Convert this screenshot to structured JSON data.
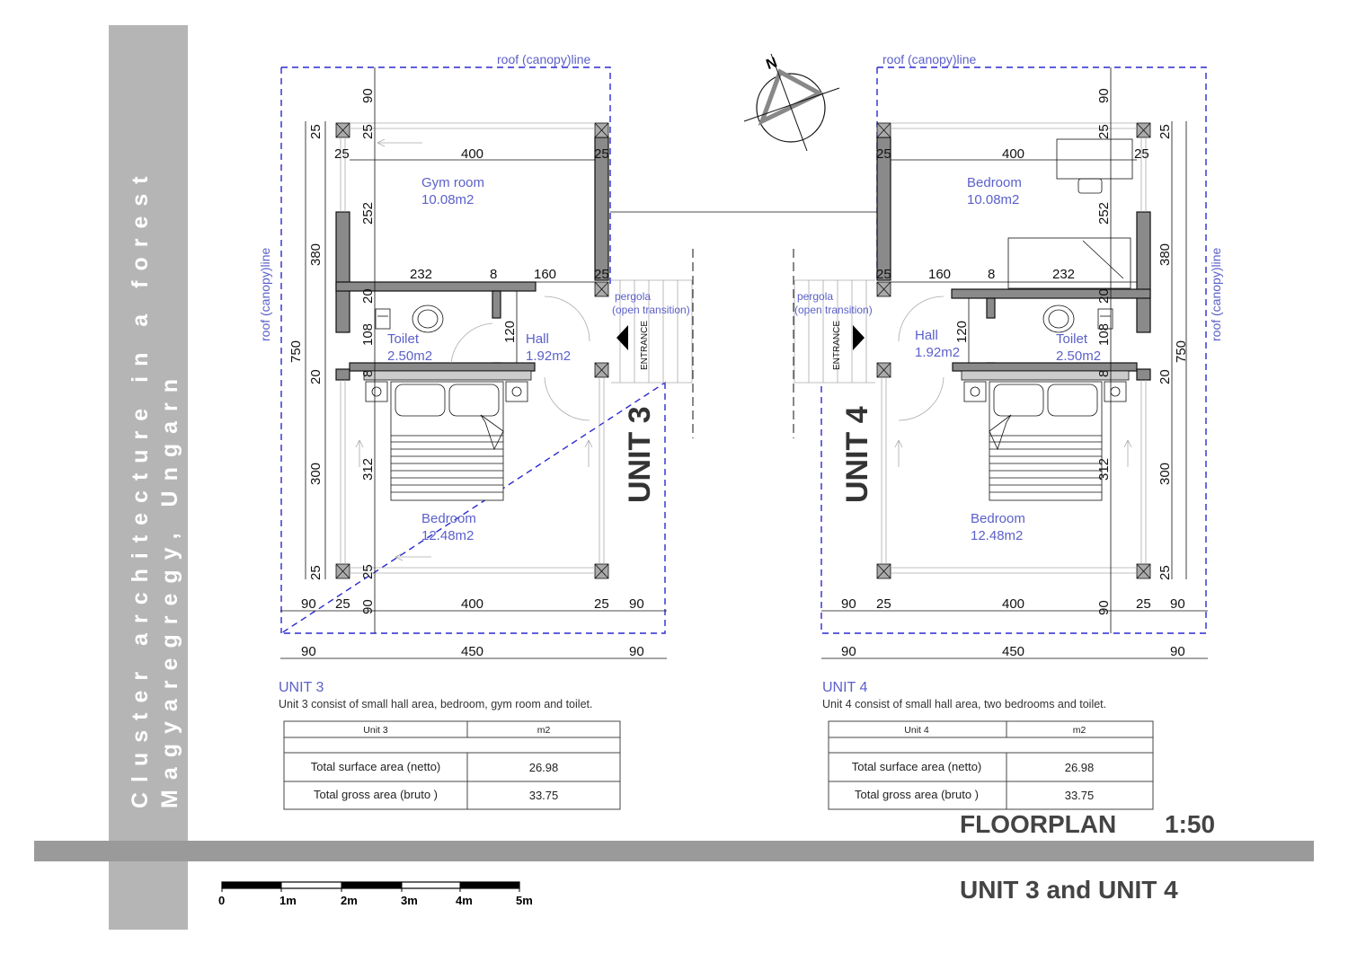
{
  "sidebar": {
    "line1": "Cluster architecture in a forest",
    "line2": "Magyaregregy, Ungarn"
  },
  "footer": {
    "title_left": "FLOORPLAN",
    "scale": "1:50",
    "subtitle": "UNIT 3 and UNIT 4"
  },
  "scalebar": {
    "labels": [
      "0",
      "1m",
      "2m",
      "3m",
      "4m",
      "5m"
    ]
  },
  "labels": {
    "canopy": "roof (canopy)line",
    "pergola": "pergola",
    "open_transition": "(open transition)",
    "entrance": "ENTRANCE"
  },
  "unit3": {
    "big_label": "UNIT 3",
    "rooms": {
      "top_name": "Gym room",
      "top_area": "10.08m2",
      "toilet_name": "Toilet",
      "toilet_area": "2.50m2",
      "hall_name": "Hall",
      "hall_area": "1.92m2",
      "bed_name": "Bedroom",
      "bed_area": "12.48m2"
    },
    "heading": "UNIT 3",
    "description": "Unit 3 consist of small hall area, bedroom, gym room and toilet.",
    "table": {
      "col1": "Unit 3",
      "col2": "m2",
      "rows": [
        {
          "label": "Total surface area (netto)",
          "value": "26.98"
        },
        {
          "label": "Total gross area (bruto )",
          "value": "33.75"
        }
      ]
    }
  },
  "unit4": {
    "big_label": "UNIT 4",
    "rooms": {
      "top_name": "Bedroom",
      "top_area": "10.08m2",
      "toilet_name": "Toilet",
      "toilet_area": "2.50m2",
      "hall_name": "Hall",
      "hall_area": "1.92m2",
      "bed_name": "Bedroom",
      "bed_area": "12.48m2"
    },
    "heading": "UNIT 4",
    "description": "Unit 4 consist of small hall area, two bedrooms and toilet.",
    "table": {
      "col1": "Unit 4",
      "col2": "m2",
      "rows": [
        {
          "label": "Total surface area (netto)",
          "value": "26.98"
        },
        {
          "label": "Total gross area (bruto )",
          "value": "33.75"
        }
      ]
    }
  },
  "dims": {
    "d90": "90",
    "d25": "25",
    "d400": "400",
    "d450": "450",
    "d252": "252",
    "d232": "232",
    "d8": "8",
    "d160": "160",
    "d20": "20",
    "d108": "108",
    "d120": "120",
    "d312": "312",
    "d380": "380",
    "d750": "750",
    "d300": "300"
  }
}
